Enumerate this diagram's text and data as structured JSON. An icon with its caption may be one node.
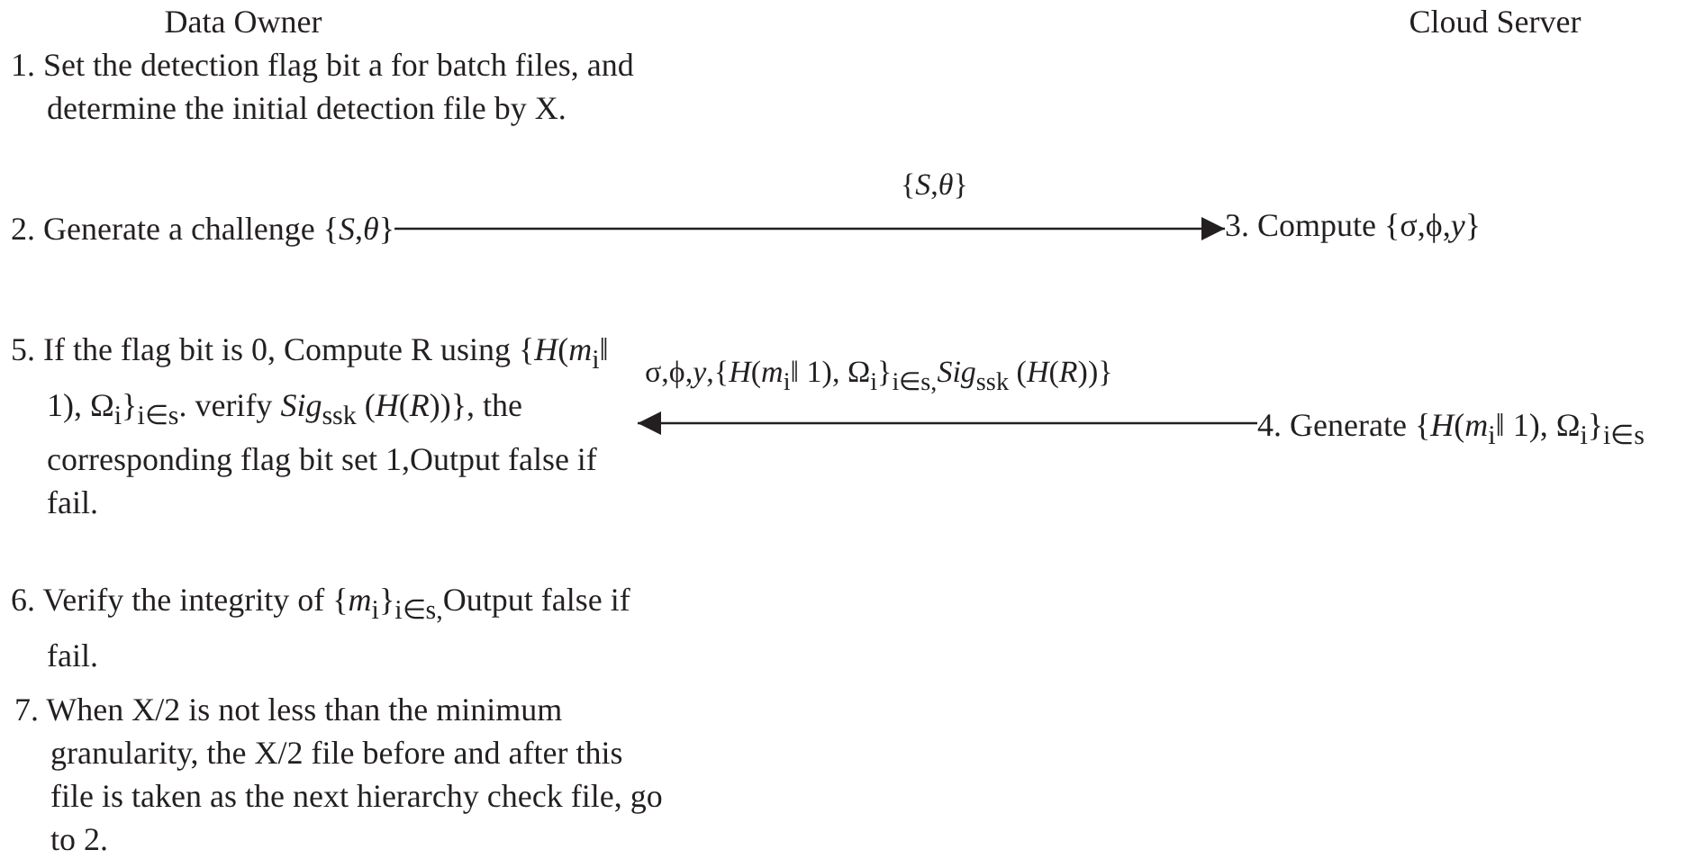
{
  "diagram": {
    "nodes": [
      {
        "text": [
          "2. Generate a challenge {*S*,*θ*}"
        ]
      },
      {
        "text": [
          "3. Compute {σ,ϕ,*y*}"
        ]
      },
      {
        "text": [
          "5. If the flag bit is 0, Compute R using {*H*(*m*$_{i}$‖ 1), Ω$_{i}$}$_{i∈s}$. verify *Sig*$_{ssk}$ (*H*(*R*))}, the corresponding flag bit set 1,Output false if fail."
        ]
      },
      {
        "text": [
          "4. Generate {*H*(*m*$_{i}$‖ 1), Ω$_{i}$}$_{i∈s}$"
        ]
      }
    ],
    "edges": [
      {
        "from": 0,
        "to": 1,
        "arrow": "to",
        "label": "{*S*,*θ*}"
      },
      {
        "from": 3,
        "to": 2,
        "arrow": "to",
        "label": "σ,ϕ,*y*,{*H*(*m*$_{i}$‖ 1), Ω$_{i}$}$_{i∈s,}$*Sig*$_{ssk}$ (*H*(*R*))}"
      }
    ],
    "labels": [
      "Data Owner",
      "Cloud Server",
      "1. Set the detection flag bit a for batch files, and determine the initial detection file by X.",
      "6. Verify the integrity of {*m*$_{i}$}$_{i∈s,}$Output false if fail.",
      "7. When X/2 is not less than the minimum granularity, the X/2 file before and after this file is taken as the next hierarchy check file, go to 2."
    ]
  }
}
